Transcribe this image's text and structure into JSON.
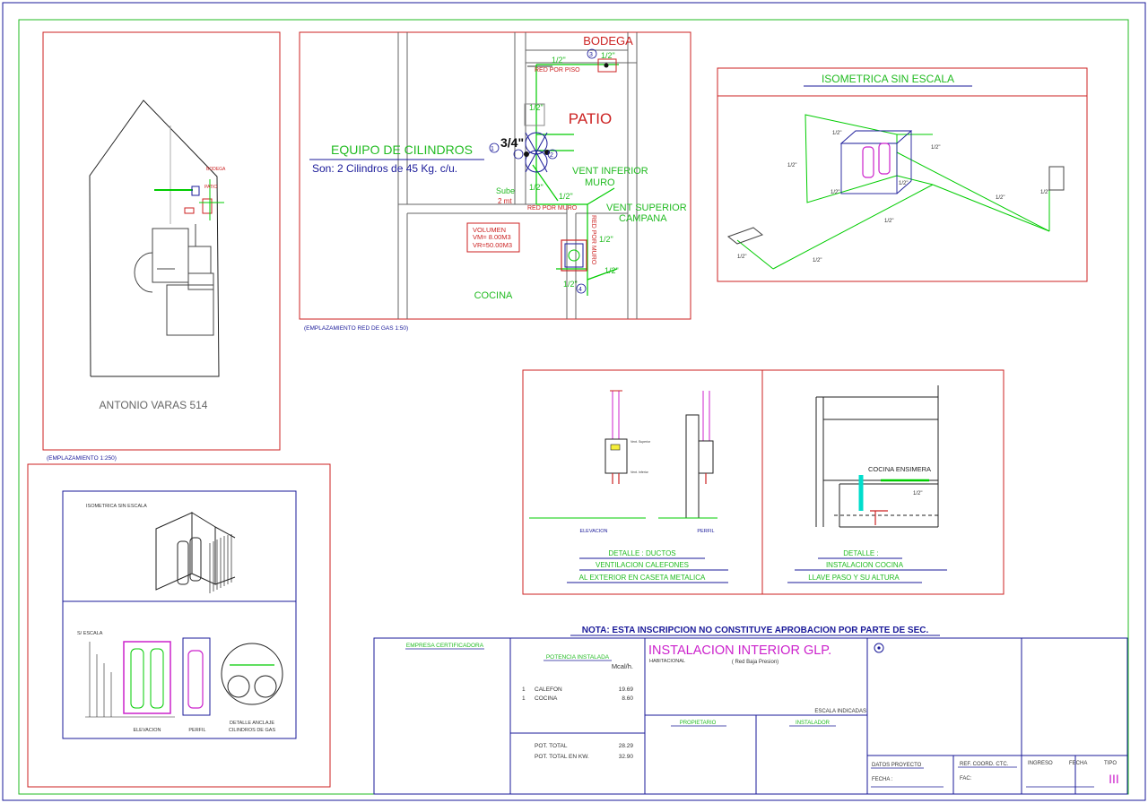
{
  "site_plan": {
    "address": "ANTONIO VARAS 514",
    "caption": "(EMPLAZAMIENTO 1:250)",
    "tag_bodega": "BODEGA",
    "tag_patio": "PATIO"
  },
  "gas_network": {
    "caption": "(EMPLAZAMIENTO RED DE GAS 1:50)",
    "bodega": "BODEGA",
    "patio": "PATIO",
    "cocina": "COCINA",
    "red_por_piso": "RED POR PISO",
    "red_por_muro_h": "RED POR MURO",
    "red_por_muro_v": "RED POR MURO",
    "equipo_title": "EQUIPO DE CILINDROS",
    "equipo_sub": "Son: 2 Cilindros de 45 Kg. c/u.",
    "main_size": "3/4\"",
    "vent_inferior": "VENT INFERIOR",
    "vent_inferior_2": "MURO",
    "vent_superior": "VENT SUPERIOR",
    "vent_superior_2": "CAMPANA",
    "sube": "Sube",
    "sube_2": "2 mt",
    "volumen_title": "VOLUMEN",
    "vm": "VM= 8.00M3",
    "vr": "VR=50.00M3",
    "size_half": "1/2\"",
    "n1": "1",
    "n2": "2",
    "n3": "3",
    "n4": "4"
  },
  "isometric": {
    "title": "ISOMETRICA SIN ESCALA",
    "seg": "1/2\""
  },
  "cylinder_detail": {
    "iso_label": "ISOMETRICA SIN ESCALA",
    "elev_label": "ELEVACION",
    "perfil_label": "PERFIL",
    "cyl_label": "DETALLE ANCLAJE",
    "cyl_label_2": "CILINDROS DE GAS",
    "top_label": "S/ ESCALA"
  },
  "duct_detail": {
    "elev_label": "ELEVACION",
    "perfil_label": "PERFIL",
    "line1": "DETALLE : DUCTOS",
    "line2": "VENTILACION CALEFONES",
    "line3": "AL EXTERIOR EN CASETA METALICA",
    "tag_a": "Vent. Superior",
    "tag_b": "Vent. Inferior"
  },
  "kitchen_detail": {
    "label": "COCINA ENSIMERA",
    "size": "1/2\"",
    "line1": "DETALLE :",
    "line2": "INSTALACION COCINA",
    "line3": "LLAVE PASO Y SU ALTURA"
  },
  "note": "NOTA: ESTA INSCRIPCION NO CONSTITUYE APROBACION POR PARTE DE SEC.",
  "title_block": {
    "empresa": "EMPRESA CERTIFICADORA",
    "potencia": "POTENCIA INSTALADA",
    "unit": "Mcal/h.",
    "items": [
      {
        "qty": "1",
        "name": "CALEFON",
        "value": "19.69"
      },
      {
        "qty": "1",
        "name": "COCINA",
        "value": "8.60"
      }
    ],
    "pot_total_label": "POT. TOTAL",
    "pot_total": "28.29",
    "pot_kw_label": "POT. TOTAL EN KW.",
    "pot_kw": "32.90",
    "title": "INSTALACION INTERIOR GLP.",
    "subtitle": "( Red Baja Presion)",
    "habitacional": "HABITACIONAL",
    "escala": "ESCALA INDICADAS",
    "propietario": "PROPIETARIO",
    "instalador": "INSTALADOR",
    "datos": "DATOS PROYECTO",
    "fecha": "FECHA :",
    "ref": "REF. COORD. CTC.",
    "fac": "FAC:",
    "ingreso": "INGRESO",
    "fecha2": "FECHA",
    "tipo": "TIPO",
    "tipo_val": "III"
  },
  "colors": {
    "frame": "#22bb22",
    "panel": "#cc2222",
    "pipe": "#00cc00",
    "text_green": "#22bb22",
    "text_red": "#cc2222",
    "blue": "#1a1a99",
    "magenta": "#cc22cc",
    "grey": "#777777"
  }
}
